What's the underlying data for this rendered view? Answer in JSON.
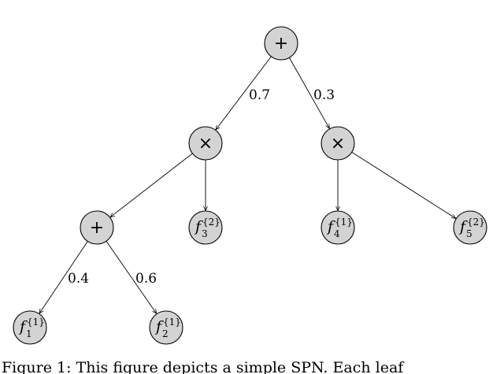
{
  "diagram": {
    "top_fragment": "",
    "nodes": [
      {
        "id": "root",
        "type": "op",
        "symbol": "+"
      },
      {
        "id": "prodL",
        "type": "op",
        "symbol": "×"
      },
      {
        "id": "prodR",
        "type": "op",
        "symbol": "×"
      },
      {
        "id": "sumL",
        "type": "op",
        "symbol": "+"
      },
      {
        "id": "f3",
        "type": "leaf",
        "base": "f",
        "sup": "{2}",
        "sub": "3"
      },
      {
        "id": "f4",
        "type": "leaf",
        "base": "f",
        "sup": "{1}",
        "sub": "4"
      },
      {
        "id": "f5",
        "type": "leaf",
        "base": "f",
        "sup": "{2}",
        "sub": "5"
      },
      {
        "id": "f1",
        "type": "leaf",
        "base": "f",
        "sup": "{1}",
        "sub": "1"
      },
      {
        "id": "f2",
        "type": "leaf",
        "base": "f",
        "sup": "{1}",
        "sub": "2"
      }
    ],
    "edges": [
      {
        "from": "root",
        "to": "prodL",
        "weight": "0.7"
      },
      {
        "from": "root",
        "to": "prodR",
        "weight": "0.3"
      },
      {
        "from": "prodL",
        "to": "sumL",
        "weight": ""
      },
      {
        "from": "prodL",
        "to": "f3",
        "weight": ""
      },
      {
        "from": "prodR",
        "to": "f4",
        "weight": ""
      },
      {
        "from": "prodR",
        "to": "f5",
        "weight": ""
      },
      {
        "from": "sumL",
        "to": "f1",
        "weight": "0.4"
      },
      {
        "from": "sumL",
        "to": "f2",
        "weight": "0.6"
      }
    ]
  },
  "caption": "Figure 1: This figure depicts a simple SPN. Each leaf"
}
